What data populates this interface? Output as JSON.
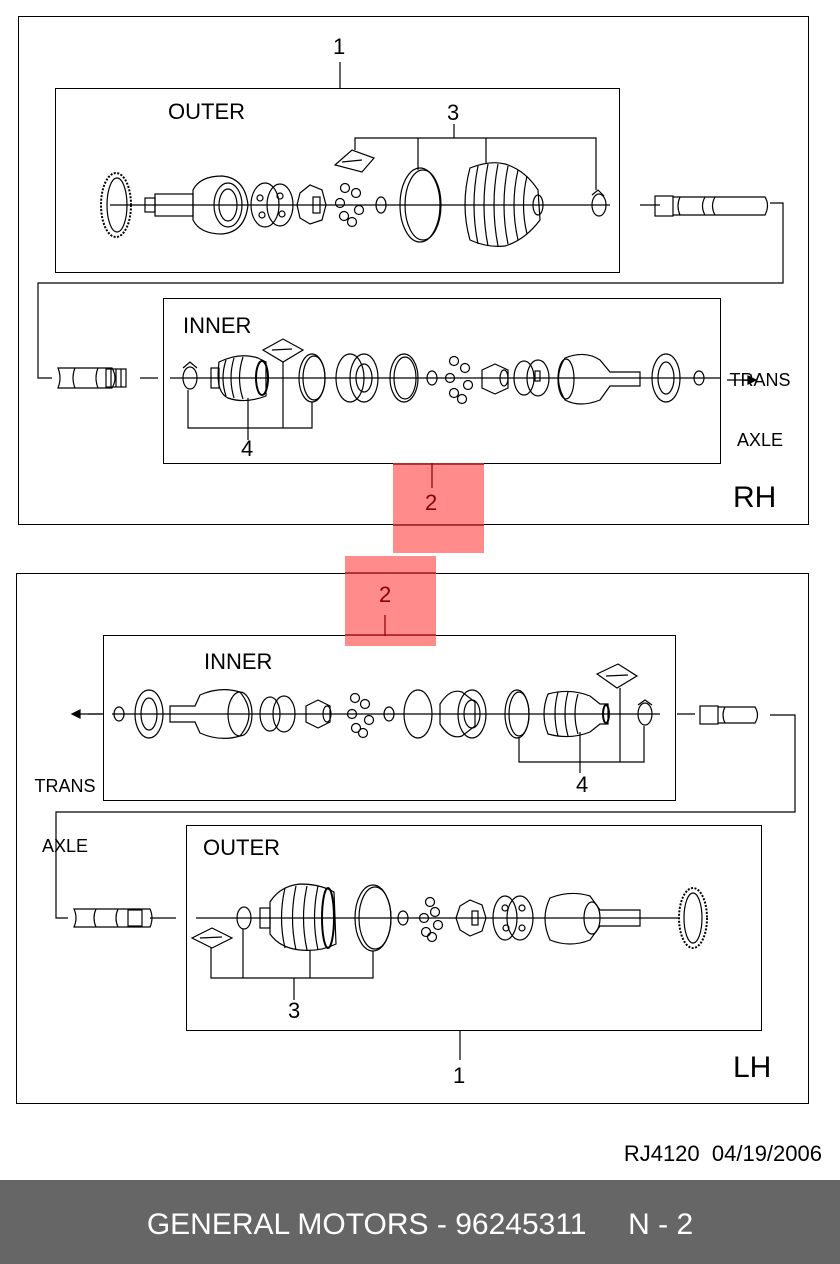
{
  "diagram": {
    "document_type": "exploded parts diagram - drive shaft / CV joints",
    "panels": [
      {
        "side_label": "RH",
        "callouts": {
          "assembly": "1",
          "inner_joint": "2",
          "outer_boot_kit": "3",
          "inner_boot_kit": "4"
        },
        "sections": [
          {
            "name": "OUTER",
            "callout": "3"
          },
          {
            "name": "INNER",
            "callout": "4"
          }
        ],
        "direction_label": {
          "line1": "TRANS",
          "line2": "AXLE"
        }
      },
      {
        "side_label": "LH",
        "callouts": {
          "assembly": "1",
          "inner_joint": "2",
          "outer_boot_kit": "3",
          "inner_boot_kit": "4"
        },
        "sections": [
          {
            "name": "INNER",
            "callout": "4"
          },
          {
            "name": "OUTER",
            "callout": "3"
          }
        ],
        "direction_label": {
          "line1": "TRANS",
          "line2": "AXLE"
        }
      }
    ],
    "highlighted_callout": "2",
    "highlight_color": "#ff8585",
    "reference": "RJ4120  04/19/2006"
  },
  "footer": {
    "text": "GENERAL MOTORS - 96245311     N - 2",
    "background": "#666666"
  }
}
